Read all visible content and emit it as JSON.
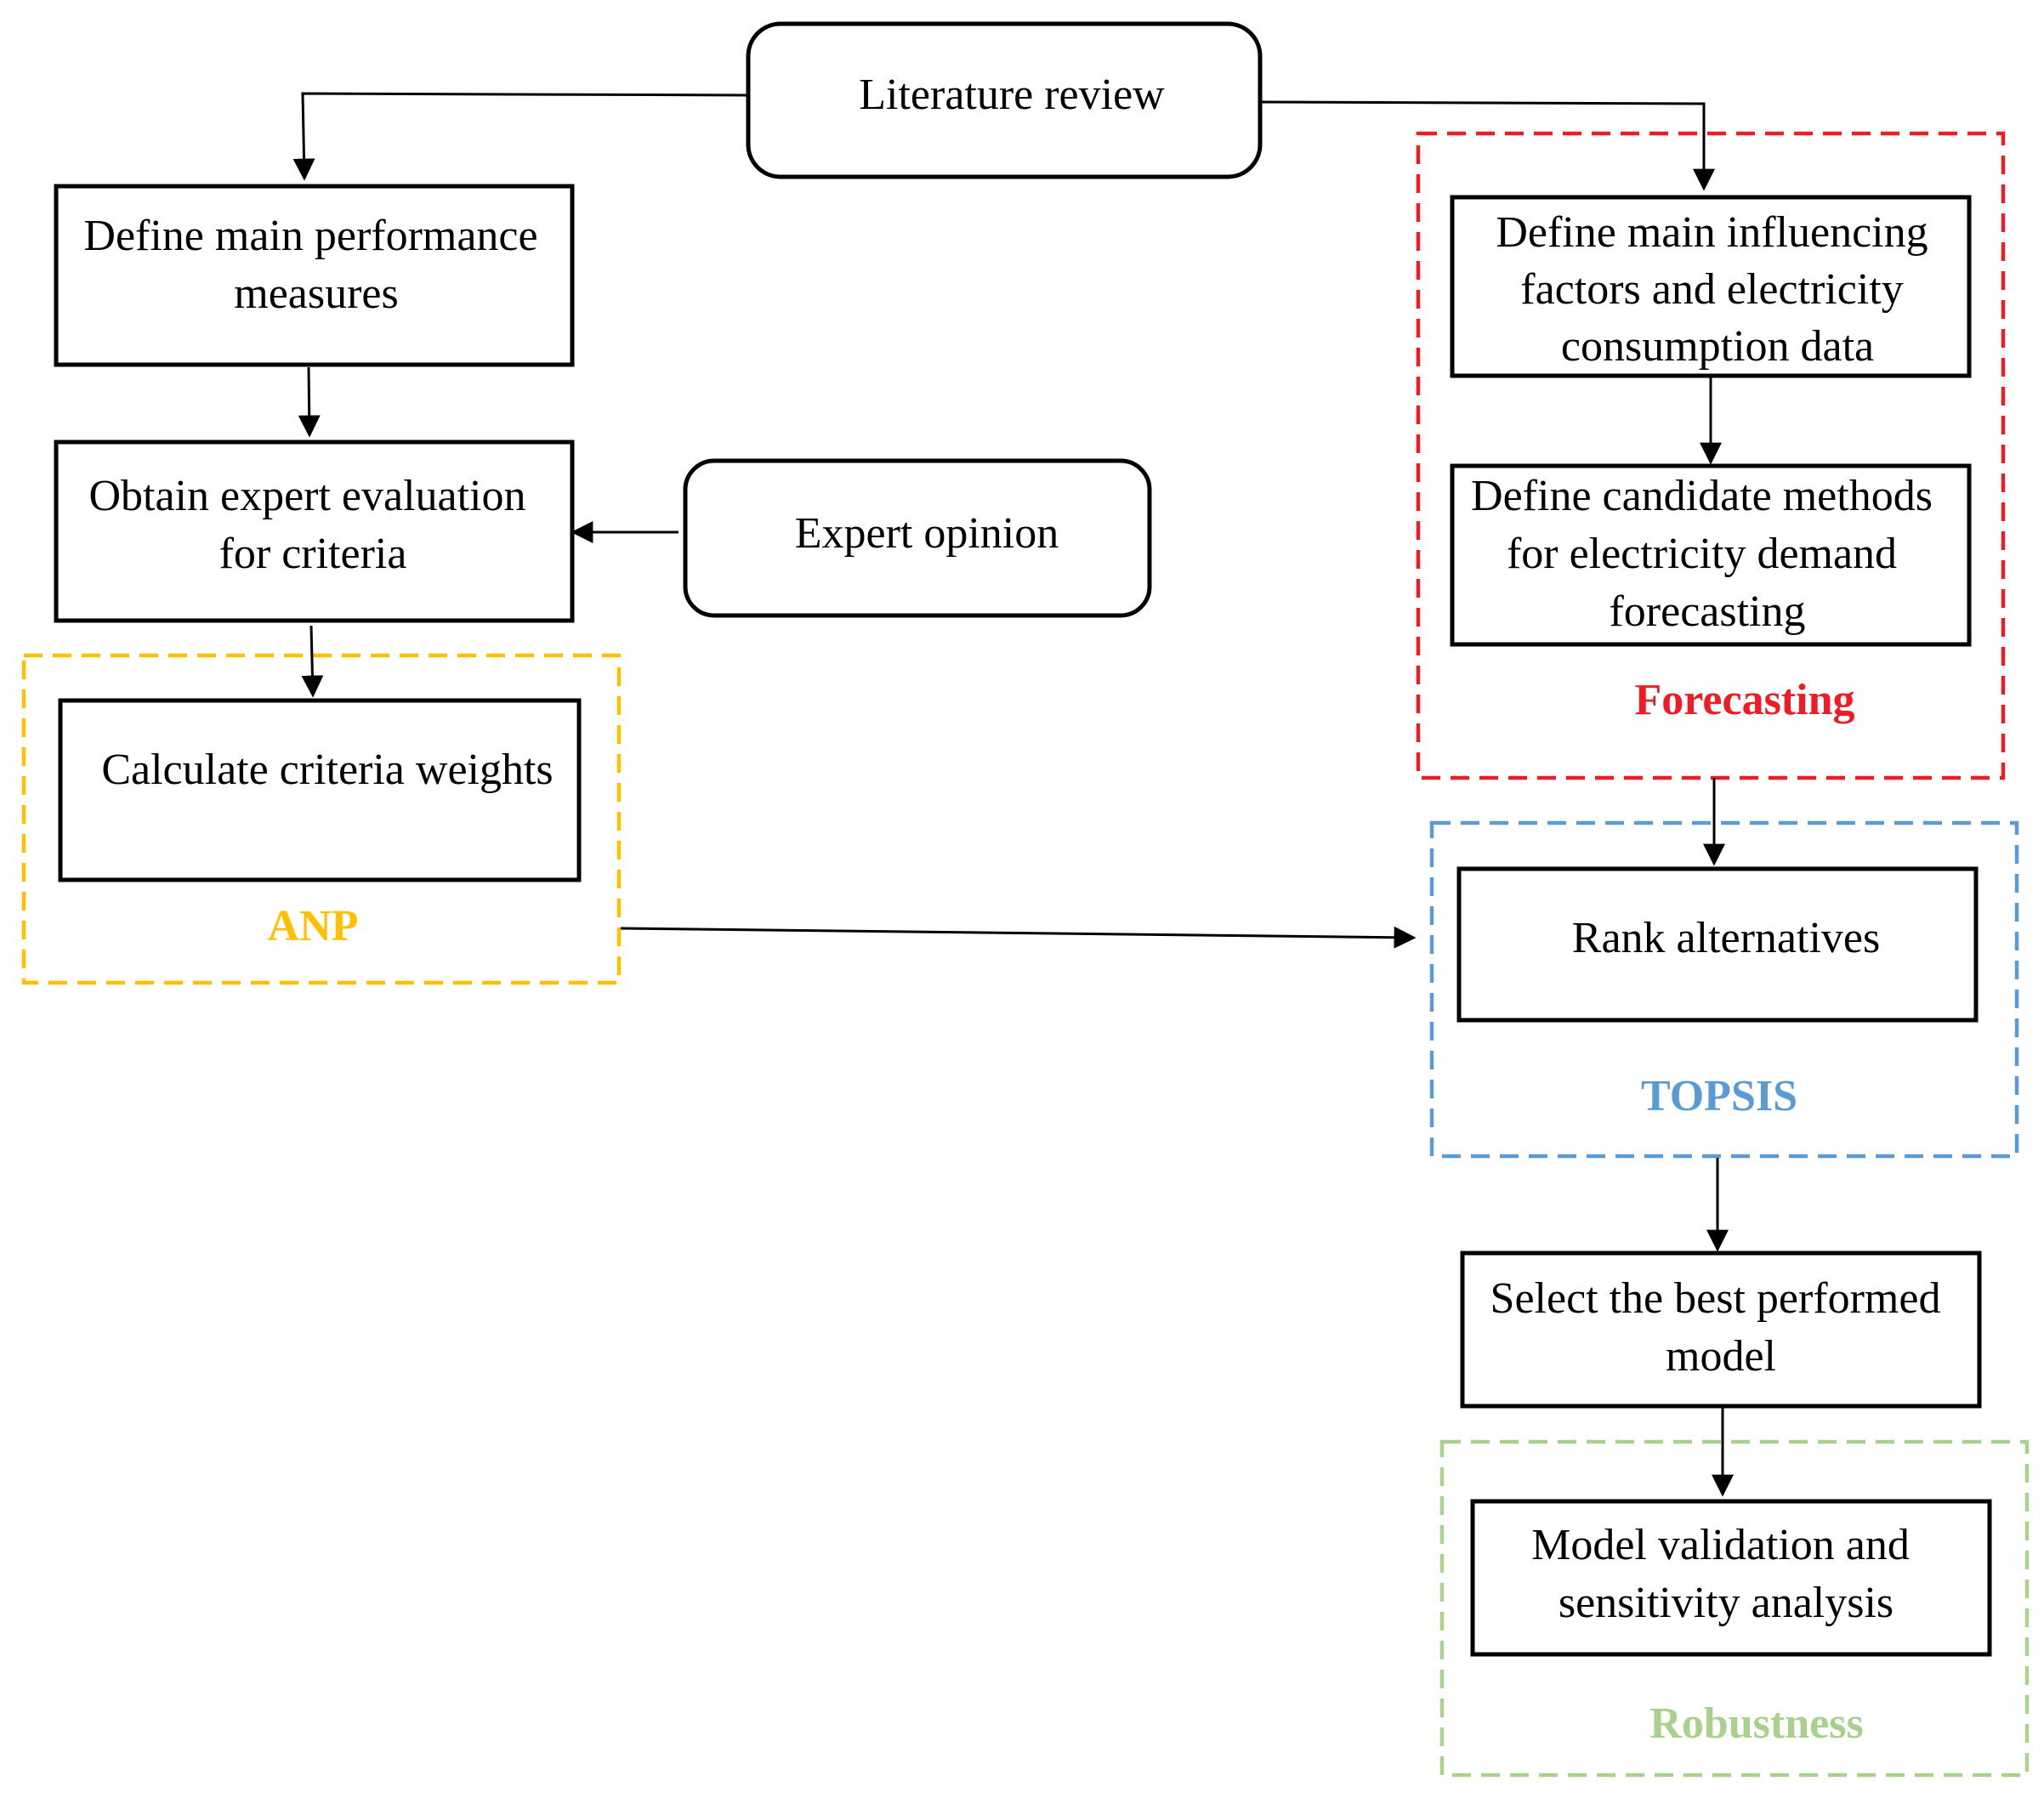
{
  "colors": {
    "line": "#000000",
    "forecasting": "#ee1c25",
    "anp": "#ffc000",
    "topsis": "#5b9bd5",
    "robustness": "#a9d18e"
  },
  "nodes": {
    "literature_review": [
      "Literature review"
    ],
    "performance_measures": [
      "Define main performance",
      "measures"
    ],
    "expert_evaluation": [
      "Obtain expert evaluation",
      "for criteria"
    ],
    "expert_opinion": [
      "Expert opinion"
    ],
    "criteria_weights": [
      "Calculate criteria weights"
    ],
    "influencing_factors": [
      "Define main influencing",
      "factors and electricity",
      "consumption data"
    ],
    "candidate_methods": [
      "Define candidate methods",
      "for electricity demand",
      "forecasting"
    ],
    "rank_alternatives": [
      "Rank alternatives"
    ],
    "select_best": [
      "Select the best performed",
      "model"
    ],
    "validation": [
      "Model validation and",
      "sensitivity analysis"
    ]
  },
  "groups": {
    "forecasting": "Forecasting",
    "anp": "ANP",
    "topsis": "TOPSIS",
    "robustness": "Robustness"
  }
}
